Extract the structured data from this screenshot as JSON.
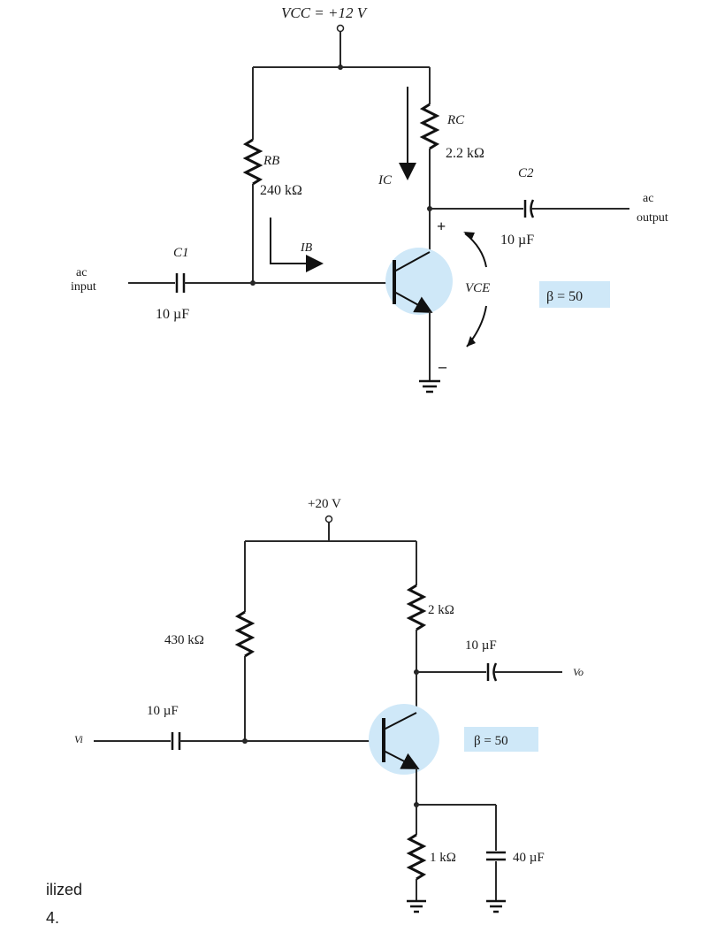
{
  "circuit1": {
    "vcc_label": "VCC = +12 V",
    "rb_name": "RB",
    "rb_value": "240 kΩ",
    "rc_name": "RC",
    "rc_value": "2.2 kΩ",
    "c1_name": "C1",
    "c1_value": "10 µF",
    "c2_name": "C2",
    "c2_value": "10 µF",
    "input_label_1": "ac",
    "input_label_2": "input",
    "output_label_1": "ac",
    "output_label_2": "output",
    "ic_label": "IC",
    "ib_label": "IB",
    "vce_label": "VCE",
    "vce_plus": "+",
    "vce_minus": "–",
    "beta_label": "β = 50"
  },
  "circuit2": {
    "vcc_label": "+20 V",
    "rb_value": "430 kΩ",
    "rc_value": "2 kΩ",
    "re_value": "1 kΩ",
    "ce_value": "40 µF",
    "cin_value": "10 µF",
    "cout_value": "10 µF",
    "vi_label": "Vi",
    "vo_label": "Vo",
    "beta_label": "β = 50"
  },
  "caption": {
    "line1": "ilized",
    "line2": "4."
  }
}
